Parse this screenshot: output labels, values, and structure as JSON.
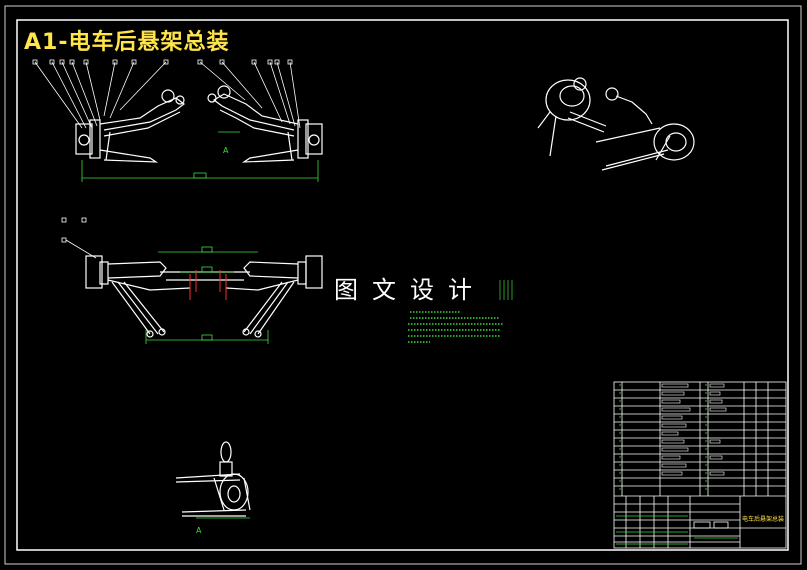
{
  "drawing": {
    "title": "A1-电车后悬架总装",
    "watermark": "图文设计",
    "view_label_top": "A",
    "view_label_bottom": "A",
    "title_block_name": "电车后悬架总装"
  },
  "colors": {
    "background": "#000000",
    "linework": "#ffffff",
    "title": "#ffe44a",
    "dimension": "#3cdc3c",
    "centerline": "#ff2a2a"
  }
}
